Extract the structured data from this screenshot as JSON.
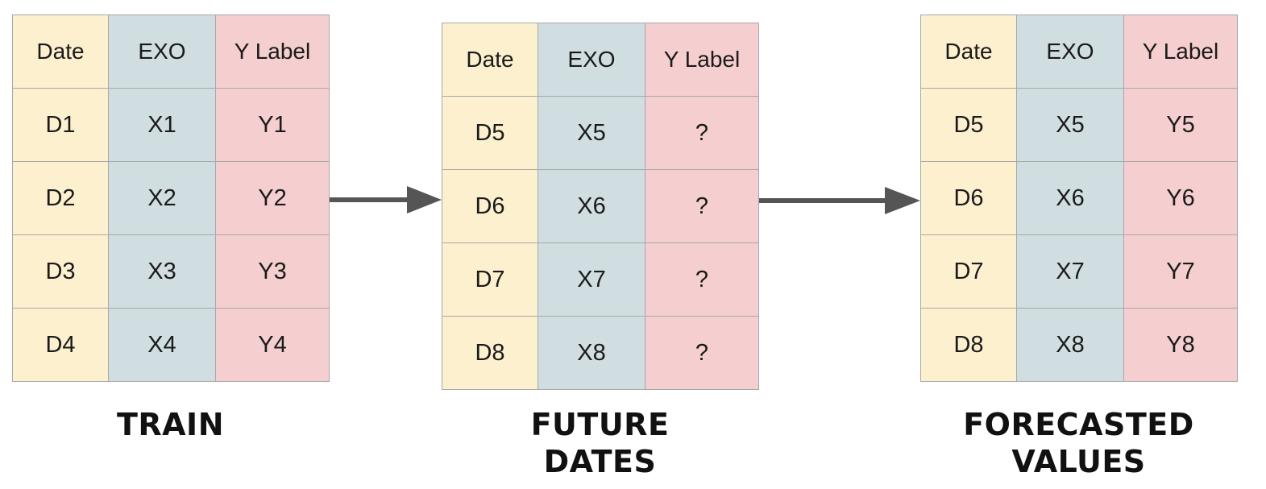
{
  "tables": [
    {
      "id": "train",
      "headers": [
        "Date",
        "EXO",
        "Y Label"
      ],
      "rows": [
        [
          "D1",
          "X1",
          "Y1"
        ],
        [
          "D2",
          "X2",
          "Y2"
        ],
        [
          "D3",
          "X3",
          "Y3"
        ],
        [
          "D4",
          "X4",
          "Y4"
        ]
      ],
      "caption_lines": [
        "TRAIN"
      ]
    },
    {
      "id": "future",
      "headers": [
        "Date",
        "EXO",
        "Y Label"
      ],
      "rows": [
        [
          "D5",
          "X5",
          "?"
        ],
        [
          "D6",
          "X6",
          "?"
        ],
        [
          "D7",
          "X7",
          "?"
        ],
        [
          "D8",
          "X8",
          "?"
        ]
      ],
      "caption_lines": [
        "FUTURE",
        "DATES"
      ]
    },
    {
      "id": "forecast",
      "headers": [
        "Date",
        "EXO",
        "Y Label"
      ],
      "rows": [
        [
          "D5",
          "X5",
          "Y5"
        ],
        [
          "D6",
          "X6",
          "Y6"
        ],
        [
          "D7",
          "X7",
          "Y7"
        ],
        [
          "D8",
          "X8",
          "Y8"
        ]
      ],
      "caption_lines": [
        "FORECASTED",
        "VALUES"
      ]
    }
  ],
  "colors": {
    "date_column": "#fdf0cf",
    "exo_column": "#d0dde1",
    "y_column": "#f5cecf",
    "arrow": "#555555"
  },
  "icons": [
    "arrow-right-icon",
    "arrow-right-icon"
  ]
}
